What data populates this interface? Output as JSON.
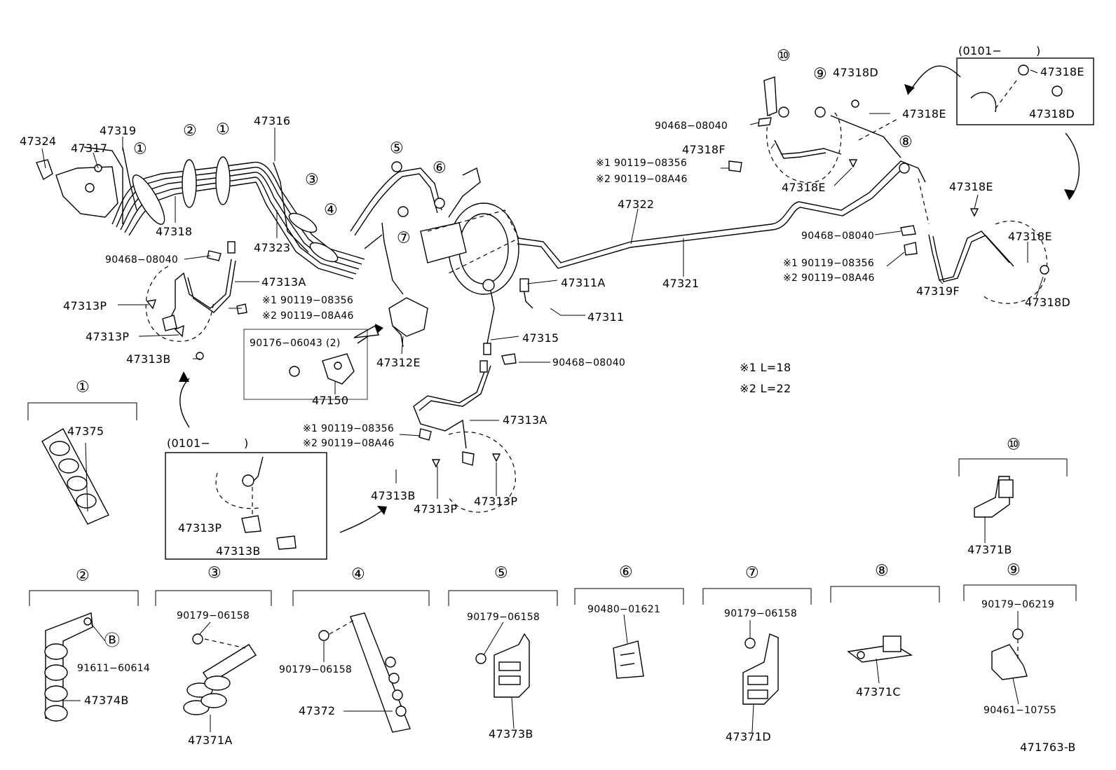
{
  "diagram_id": "471763-B",
  "note": {
    "n1": "※1  L=18",
    "n2": "※2  L=22"
  },
  "callouts": [
    "①",
    "②",
    "③",
    "④",
    "⑤",
    "⑥",
    "⑦",
    "⑧",
    "⑨",
    "⑩",
    "Ⓑ"
  ],
  "labels": {
    "p47324": "47324",
    "p47319": "47319",
    "p47317": "47317",
    "p47316": "47316",
    "p47318": "47318",
    "p47323": "47323",
    "p47322": "47322",
    "p47321": "47321",
    "p47311A": "47311A",
    "p47311": "47311",
    "p47315": "47315",
    "p47312E": "47312E",
    "p47150": "47150",
    "p90176": "90176−06043 (2)",
    "p90468a": "90468−08040",
    "p90468b": "90468−08040",
    "p90468c": "90468−08040",
    "p90468d": "90468−08040",
    "p47313A_1": "47313A",
    "p47313A_2": "47313A",
    "p47313P_1": "47313P",
    "p47313P_2": "47313P",
    "p47313P_3": "47313P",
    "p47313P_4": "47313P",
    "p47313P_5": "47313P",
    "p47313B_1": "47313B",
    "p47313B_2": "47313B",
    "p47313B_3": "47313B",
    "s1a": "※1 90119−08356",
    "s2a": "※2 90119−08A46",
    "s1b": "※1 90119−08356",
    "s2b": "※2 90119−08A46",
    "s1c": "※1 90119−08356",
    "s2c": "※2 90119−08A46",
    "s1d": "※1 90119−08356",
    "s2d": "※2 90119−08A46",
    "p47318D_1": "47318D",
    "p47318D_2": "47318D",
    "p47318D_3": "47318D",
    "p47318E_1": "47318E",
    "p47318E_2": "47318E",
    "p47318E_3": "47318E",
    "p47318E_4": "47318E",
    "p47318E_5": "47318E",
    "p47318F": "47318F",
    "p47319F": "47319F",
    "date1": "(0101−",
    "date1b": ")",
    "date2": "(0101−",
    "date2b": ")",
    "p47375": "47375",
    "p47374B": "47374B",
    "p91611": "91611−60614",
    "p47371A": "47371A",
    "p47372": "47372",
    "p47373B": "47373B",
    "p47371D": "47371D",
    "p47371C": "47371C",
    "p47371B": "47371B",
    "p90179_3": "90179−06158",
    "p90179_4": "90179−06158",
    "p90179_5": "90179−06158",
    "p90179_7": "90179−06158",
    "p90179_9": "90179−06219",
    "p90480": "90480−01621",
    "p90461": "90461−10755"
  }
}
